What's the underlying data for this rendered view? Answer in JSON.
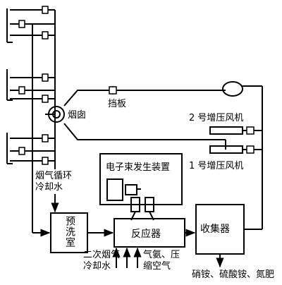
{
  "labels": {
    "chimney": "烟囱",
    "baffle": "挡板",
    "fan2": "2 号增压风机",
    "fan1": "1 号增压风机",
    "ebeam": "电子束发生装置",
    "flue_cooling_line1": "烟气循环",
    "flue_cooling_line2": "冷却水",
    "prewash": "预洗室",
    "reactor": "反应器",
    "collector": "收集器",
    "secondary_line1": "二次烟气",
    "secondary_line2": "冷却水",
    "ammonia_line1": "气氨、压",
    "ammonia_line2": "缩空气",
    "product": "硝铵、硫酸铵、氮肥"
  }
}
